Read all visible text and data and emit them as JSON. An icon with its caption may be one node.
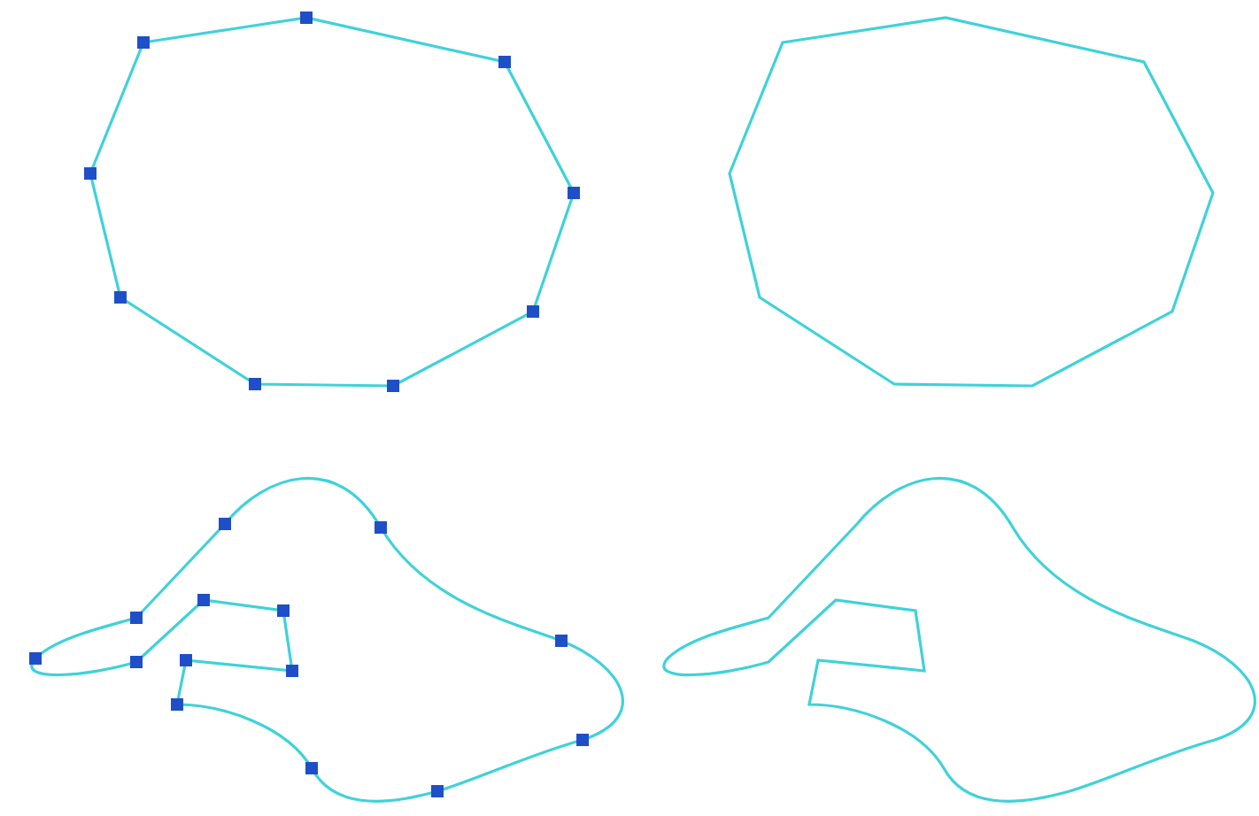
{
  "diagram": {
    "nodes": [
      {
        "text": [],
        "shape": "polygon"
      },
      {
        "text": [],
        "shape": "polygon"
      },
      {
        "text": [],
        "shape": "curve"
      },
      {
        "text": [],
        "shape": "curve"
      }
    ]
  }
}
